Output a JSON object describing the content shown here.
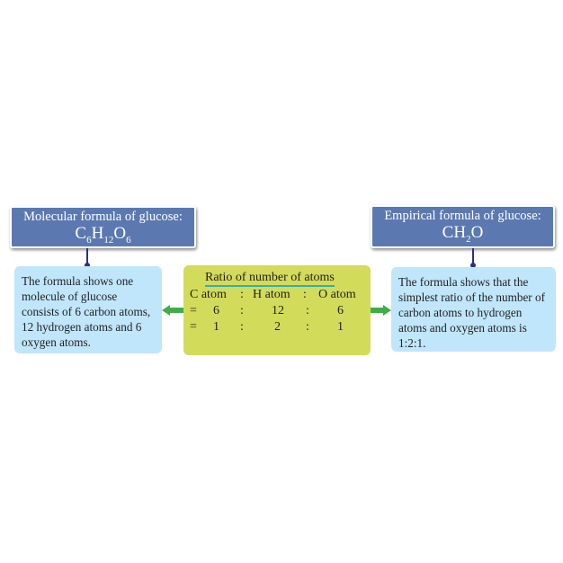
{
  "molecular": {
    "label": "Molecular formula of glucose:",
    "formula": [
      {
        "el": "C",
        "n": "6"
      },
      {
        "el": "H",
        "n": "12"
      },
      {
        "el": "O",
        "n": "6"
      }
    ],
    "description": "The formula shows one molecule of glucose consists of 6 carbon atoms, 12 hydrogen atoms and 6 oxygen atoms."
  },
  "empirical": {
    "label": "Empirical formula of glucose:",
    "formula": [
      {
        "el": "C",
        "n": ""
      },
      {
        "el": "H",
        "n": "2"
      },
      {
        "el": "O",
        "n": ""
      }
    ],
    "description": "The formula shows that the simplest ratio of the number of carbon atoms to hydrogen atoms and oxygen atoms is 1:2:1."
  },
  "ratio": {
    "title": "Ratio of number of atoms",
    "headers": [
      "C atom",
      ":",
      "H atom",
      ":",
      "O atom"
    ],
    "rows": [
      [
        "=",
        "6",
        ":",
        "12",
        ":",
        "6"
      ],
      [
        "=",
        "1",
        ":",
        "2",
        ":",
        "1"
      ]
    ]
  },
  "colors": {
    "header": "#5b79b0",
    "info": "#bfe6fa",
    "ratio": "#d3db5b",
    "arrow": "#3fae49",
    "connector": "#2e3180"
  }
}
